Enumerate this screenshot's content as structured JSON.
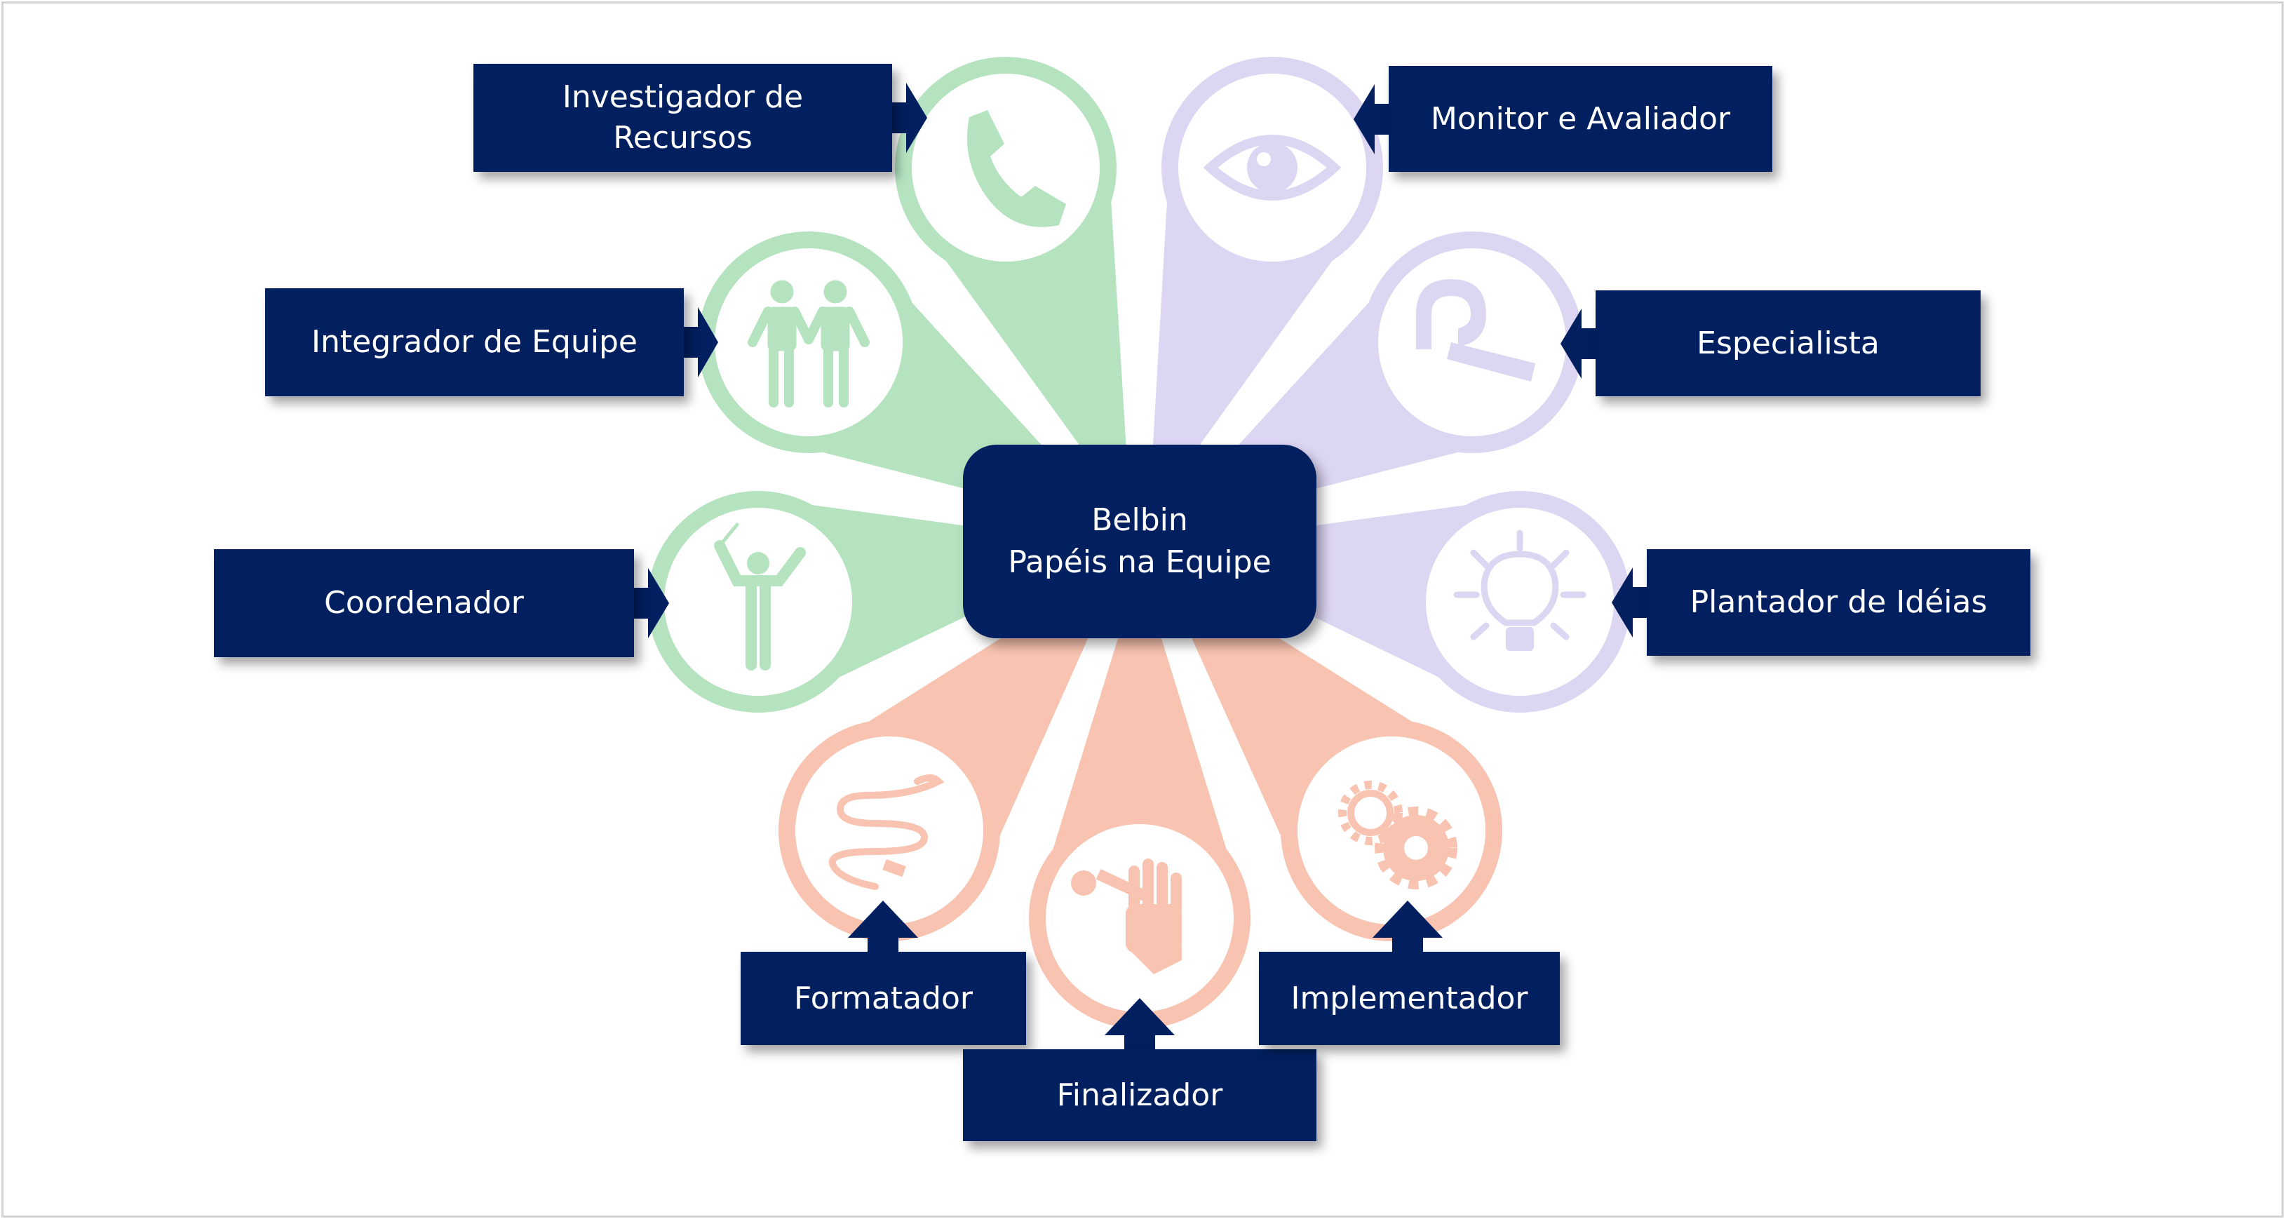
{
  "hub": {
    "line1": "Belbin",
    "line2": "Papéis na Equipe"
  },
  "colors": {
    "navy": "#022060",
    "green": "#b5e3c0",
    "purple": "#ddd6f3",
    "salmon": "#f8c3b0"
  },
  "roles": [
    {
      "id": "investigador",
      "label": "Investigador de Recursos",
      "icon": "phone-icon",
      "group": "green"
    },
    {
      "id": "monitor",
      "label": "Monitor e Avaliador",
      "icon": "eye-icon",
      "group": "purple"
    },
    {
      "id": "integrador",
      "label": "Integrador de Equipe",
      "icon": "people-icon",
      "group": "green"
    },
    {
      "id": "especialista",
      "label": "Especialista",
      "icon": "caliper-icon",
      "group": "purple"
    },
    {
      "id": "coordenador",
      "label": "Coordenador",
      "icon": "conductor-icon",
      "group": "green"
    },
    {
      "id": "plantador",
      "label": "Plantador de Idéias",
      "icon": "lightbulb-icon",
      "group": "purple"
    },
    {
      "id": "formatador",
      "label": "Formatador",
      "icon": "rope-icon",
      "group": "salmon"
    },
    {
      "id": "finalizador",
      "label": "Finalizador",
      "icon": "hand-wrench-icon",
      "group": "salmon"
    },
    {
      "id": "implementador",
      "label": "Implementador",
      "icon": "gears-icon",
      "group": "salmon"
    }
  ]
}
